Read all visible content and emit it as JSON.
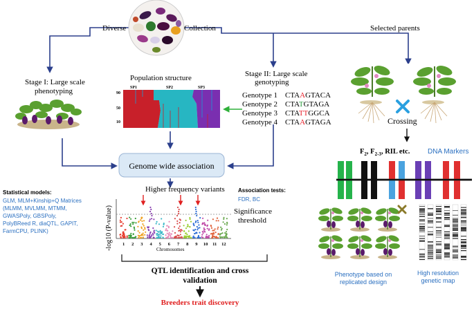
{
  "header": {
    "diverse": "Diverse",
    "collection": "Collection",
    "selected_parents": "Selected parents"
  },
  "stage1": {
    "line1": "Stage I: Large scale",
    "line2": "phenotyping"
  },
  "population": {
    "title": "Population structure",
    "sp1": "SP1",
    "sp2": "SP2",
    "sp3": "SP3",
    "ticks": [
      "90",
      "50",
      "10"
    ]
  },
  "stage2": {
    "line1": "Stage II: Large scale",
    "line2": "genotyping"
  },
  "genotypes": [
    {
      "label": "Genotype 1",
      "pre": "CTA",
      "snp": "A",
      "post": "GTACA",
      "color": "#e8202a"
    },
    {
      "label": "Genotype 2",
      "pre": "CTA",
      "snp": "T",
      "post": "GTAGA",
      "color": "#2a9a3c"
    },
    {
      "label": "Genotype 3",
      "pre": "CTA",
      "snp": "TT",
      "post": "GGCA",
      "color": "#e8202a"
    },
    {
      "label": "Genotype 4",
      "pre": "CTA",
      "snp": "A",
      "post": "GTAGA",
      "color": "#e8202a"
    }
  ],
  "crossing": "Crossing",
  "gwa": "Genome wide association",
  "stat_models": {
    "title": "Statistical models:",
    "lines": [
      "GLM, MLM+Kinship+Q Matrices",
      "(MLMM, MVLMM, MTMM,",
      "GWASPoly, GBSPoly,",
      "PolyBReed R, diaQTL, GAPIT,",
      "FarmCPU, PLINK)"
    ]
  },
  "manhattan": {
    "higher_freq": "Higher frequency variants",
    "ylabel": "-log10 (P-value)",
    "xlabel": "Chromosomes",
    "chromosomes": [
      "1",
      "2",
      "3",
      "4",
      "5",
      "6",
      "7",
      "8",
      "9",
      "10",
      "11",
      "12"
    ],
    "significance": [
      "Significance",
      "threshold"
    ],
    "colors": [
      "#e63b2e",
      "#3a9d3a",
      "#f0a020",
      "#8a3fb0",
      "#3cb8c8",
      "#e889b8",
      "#d94a4a",
      "#9acd32",
      "#2e6fd6",
      "#c04aa8",
      "#e0623a",
      "#6aa84f"
    ]
  },
  "assoc_tests": {
    "title": "Association tests:",
    "value": "FDR, BC"
  },
  "f_generations": {
    "base": "F",
    "sub1": "2",
    "sep1": ", F",
    "sub2": "2-3",
    "tail": ", RIL etc."
  },
  "dna_markers": "DNA Markers",
  "chromosome_bars": [
    {
      "top": "#25b34b",
      "bottom": "#25b34b"
    },
    {
      "top": "#25b34b",
      "bottom": "#25b34b"
    },
    {
      "top": "#111111",
      "bottom": "#111111"
    },
    {
      "top": "#111111",
      "bottom": "#111111"
    },
    {
      "top": "#e03030",
      "bottom": "#4aa3df"
    },
    {
      "top": "#4aa3df",
      "bottom": "#e03030"
    },
    {
      "top": "#6a3fb5",
      "bottom": "#6a3fb5"
    },
    {
      "top": "#6a3fb5",
      "bottom": "#6a3fb5"
    },
    {
      "top": "#e03030",
      "bottom": "#e03030"
    },
    {
      "top": "#e03030",
      "bottom": "#e03030"
    }
  ],
  "phenotype_design": [
    "Phenotype based on",
    "replicated design"
  ],
  "genetic_map": [
    "High resolution",
    "genetic map"
  ],
  "qtl": [
    "QTL identification and cross",
    "validation"
  ],
  "breeders": "Breeders trait discovery",
  "colors": {
    "arrow": "#2b3f8c",
    "green_arrow": "#2fb03a",
    "blue_text": "#2a6fc0",
    "red_text": "#e02020",
    "gwa_box_fill": "#dbe9f6",
    "gwa_box_stroke": "#9ab4d4",
    "cross": "#2aa0e0"
  }
}
